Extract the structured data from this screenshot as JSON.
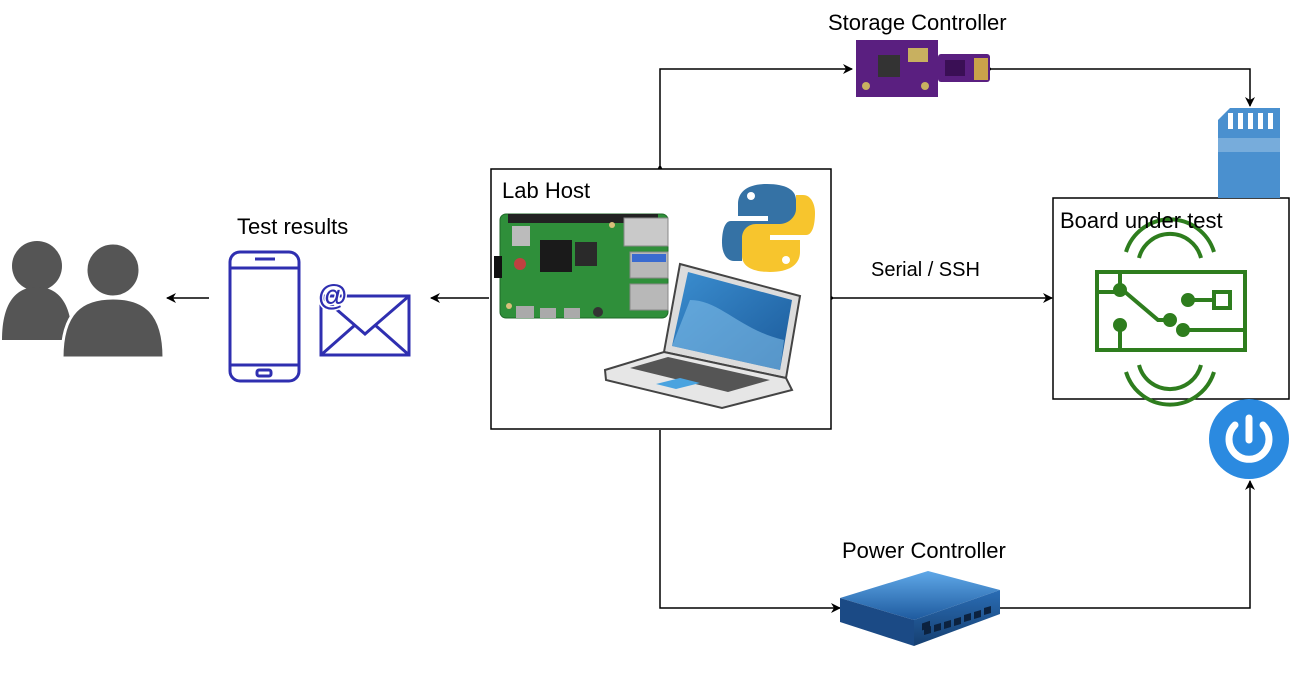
{
  "labels": {
    "storage_controller": "Storage Controller",
    "lab_host": "Lab Host",
    "test_results": "Test results",
    "board_under_test": "Board under test",
    "serial_ssh": "Serial / SSH",
    "power_controller": "Power Controller"
  },
  "icons": {
    "users": "users-icon",
    "phone": "smartphone-icon",
    "email": "email-icon",
    "raspberry_pi": "raspberry-pi-board-icon",
    "python": "python-logo-icon",
    "laptop": "laptop-icon",
    "storage": "storage-mux-board-icon",
    "sd_card": "sd-card-icon",
    "circuit": "circuit-board-icon",
    "power": "power-button-icon",
    "switch": "network-switch-icon"
  },
  "colors": {
    "users": "#555555",
    "phone_email": "#2f2fb0",
    "circuit": "#2e7d1e",
    "power": "#2b8ae0",
    "sd_card": "#4a90cf",
    "storage_board": "#5a1f80",
    "python_blue": "#3572a5",
    "python_yellow": "#f7c52d",
    "pi_green": "#2f8f3a",
    "switch": "#2a6db5"
  }
}
